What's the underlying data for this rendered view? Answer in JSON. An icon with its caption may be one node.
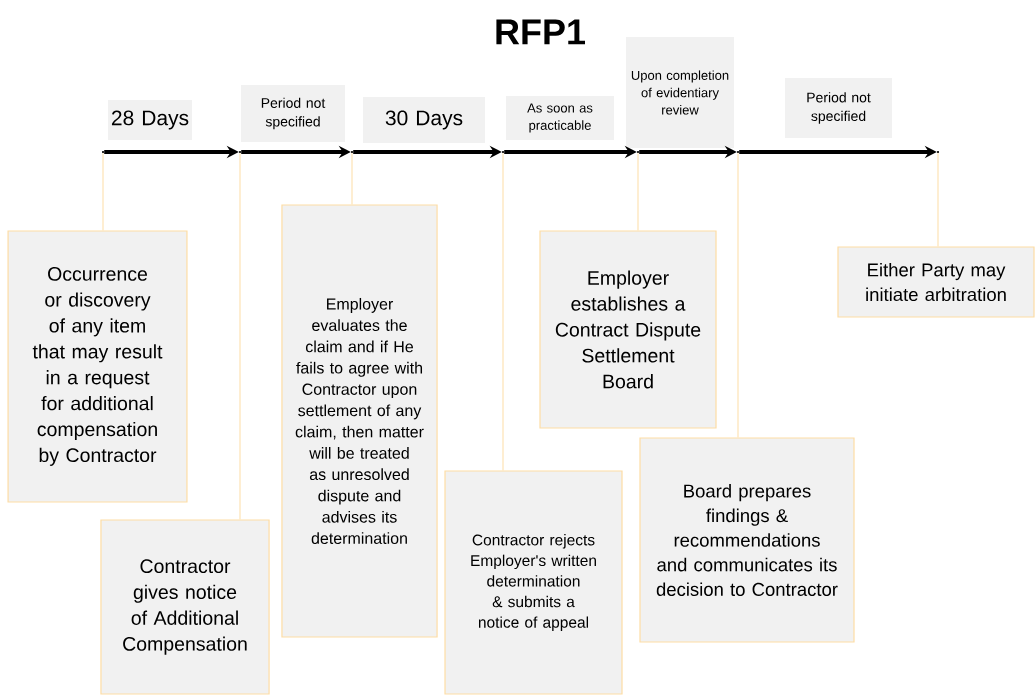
{
  "diagram": {
    "title": "RFP1",
    "nodes": [
      {
        "text": [],
        "shape": "point"
      },
      {
        "text": [],
        "shape": "point"
      },
      {
        "text": [],
        "shape": "point"
      },
      {
        "text": [],
        "shape": "point"
      },
      {
        "text": [],
        "shape": "point"
      },
      {
        "text": [],
        "shape": "point"
      },
      {
        "text": [],
        "shape": "point"
      },
      {
        "text": [
          "28 Days"
        ]
      },
      {
        "text": [
          "Period not specified"
        ]
      },
      {
        "text": [
          "30 Days"
        ]
      },
      {
        "text": [
          "As soon as practicable"
        ]
      },
      {
        "text": [
          "Upon completion of evidentiary review"
        ]
      },
      {
        "text": [
          "Period not specified"
        ]
      },
      {
        "text": [
          "Occurrence or discovery of any item that may result in a request for additional compensation by Contractor"
        ]
      },
      {
        "text": [
          "Contractor gives notice of Additional Compensation"
        ]
      },
      {
        "text": [
          "Employer evaluates the claim and if He fails to agree with Contractor upon settlement of any claim, then matter will be treated as unresolved dispute and advises its determination"
        ]
      },
      {
        "text": [
          "Contractor rejects Employer's written determination & submits a notice of appeal"
        ]
      },
      {
        "text": [
          "Employer establishes a Contract Dispute Settlement Board"
        ]
      },
      {
        "text": [
          "Board prepares findings & recommendations and communicates its decision to Contractor"
        ]
      },
      {
        "text": [
          "Either Party may initiate arbitration"
        ]
      }
    ],
    "edges": [
      {
        "from": 0,
        "to": 1,
        "arrow": "to",
        "style": "thick",
        "color": "#000000"
      },
      {
        "from": 1,
        "to": 2,
        "arrow": "to",
        "style": "thick",
        "color": "#000000"
      },
      {
        "from": 2,
        "to": 3,
        "arrow": "to",
        "style": "thick",
        "color": "#000000"
      },
      {
        "from": 3,
        "to": 4,
        "arrow": "to",
        "style": "thick",
        "color": "#000000"
      },
      {
        "from": 4,
        "to": 5,
        "arrow": "to",
        "style": "thick",
        "color": "#000000"
      },
      {
        "from": 5,
        "to": 6,
        "arrow": "to",
        "style": "thick",
        "color": "#000000"
      },
      {
        "from": 0,
        "to": 13,
        "arrow": "none"
      },
      {
        "from": 1,
        "to": 14,
        "arrow": "none"
      },
      {
        "from": 2,
        "to": 15,
        "arrow": "none"
      },
      {
        "from": 3,
        "to": 16,
        "arrow": "none"
      },
      {
        "from": 4,
        "to": 17,
        "arrow": "none"
      },
      {
        "from": 5,
        "to": 18,
        "arrow": "none"
      },
      {
        "from": 6,
        "to": 19,
        "arrow": "none"
      }
    ]
  }
}
